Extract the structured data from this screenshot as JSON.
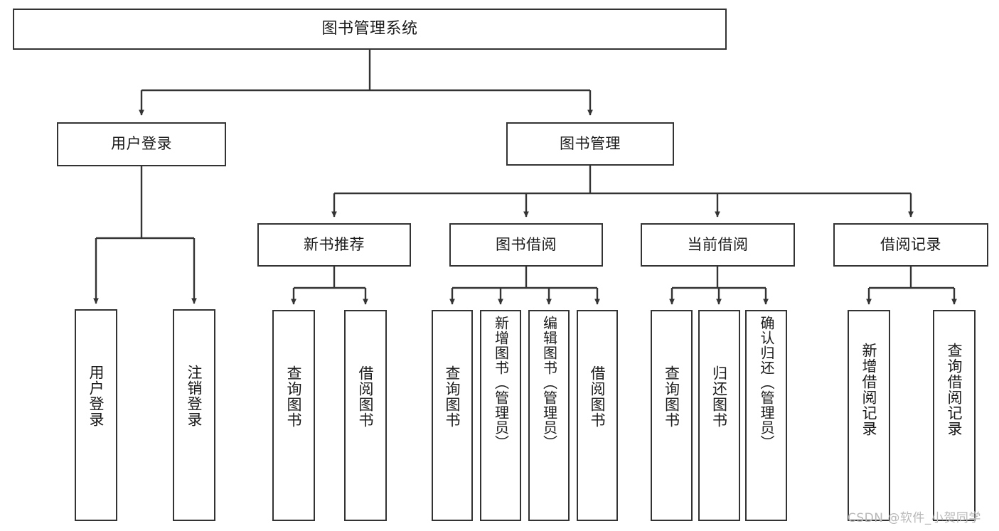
{
  "diagram": {
    "title": "图书管理系统",
    "type": "hierarchy-tree",
    "root": {
      "id": "root",
      "label": "图书管理系统",
      "orientation": "horizontal"
    },
    "level2": [
      {
        "id": "user-login",
        "label": "用户登录",
        "orientation": "horizontal"
      },
      {
        "id": "book-management",
        "label": "图书管理",
        "orientation": "horizontal"
      }
    ],
    "level3": [
      {
        "id": "new-book-recommend",
        "label": "新书推荐",
        "orientation": "horizontal",
        "parent": "book-management"
      },
      {
        "id": "book-borrow",
        "label": "图书借阅",
        "orientation": "horizontal",
        "parent": "book-management"
      },
      {
        "id": "current-borrow",
        "label": "当前借阅",
        "orientation": "horizontal",
        "parent": "book-management"
      },
      {
        "id": "borrow-record",
        "label": "借阅记录",
        "orientation": "horizontal",
        "parent": "book-management"
      }
    ],
    "leaves": [
      {
        "id": "leaf-user-login",
        "label": "用户登录",
        "parent": "user-login",
        "orientation": "vertical"
      },
      {
        "id": "leaf-user-logout",
        "label": "注销登录",
        "parent": "user-login",
        "orientation": "vertical"
      },
      {
        "id": "leaf-query-book-1",
        "label": "查询图书",
        "parent": "new-book-recommend",
        "orientation": "vertical"
      },
      {
        "id": "leaf-borrow-book-1",
        "label": "借阅图书",
        "parent": "new-book-recommend",
        "orientation": "vertical"
      },
      {
        "id": "leaf-query-book-2",
        "label": "查询图书",
        "parent": "book-borrow",
        "orientation": "vertical"
      },
      {
        "id": "leaf-add-book",
        "label": "新增图书（管理员）",
        "parent": "book-borrow",
        "orientation": "vertical"
      },
      {
        "id": "leaf-edit-book",
        "label": "编辑图书（管理员）",
        "parent": "book-borrow",
        "orientation": "vertical"
      },
      {
        "id": "leaf-borrow-book-2",
        "label": "借阅图书",
        "parent": "book-borrow",
        "orientation": "vertical"
      },
      {
        "id": "leaf-query-book-3",
        "label": "查询图书",
        "parent": "current-borrow",
        "orientation": "vertical"
      },
      {
        "id": "leaf-return-book",
        "label": "归还图书",
        "parent": "current-borrow",
        "orientation": "vertical"
      },
      {
        "id": "leaf-confirm-return",
        "label": "确认归还（管理员）",
        "parent": "current-borrow",
        "orientation": "vertical"
      },
      {
        "id": "leaf-add-record",
        "label": "新增借阅记录",
        "parent": "borrow-record",
        "orientation": "vertical"
      },
      {
        "id": "leaf-query-record",
        "label": "查询借阅记录",
        "parent": "borrow-record",
        "orientation": "vertical"
      }
    ],
    "colors": {
      "box_border": "#333333",
      "box_fill": "#ffffff",
      "connector": "#333333",
      "text": "#1a1a1a",
      "watermark": "#b8b8b8",
      "background": "#ffffff"
    }
  },
  "watermark": {
    "text": "CSDN @软件_小贺同学"
  }
}
